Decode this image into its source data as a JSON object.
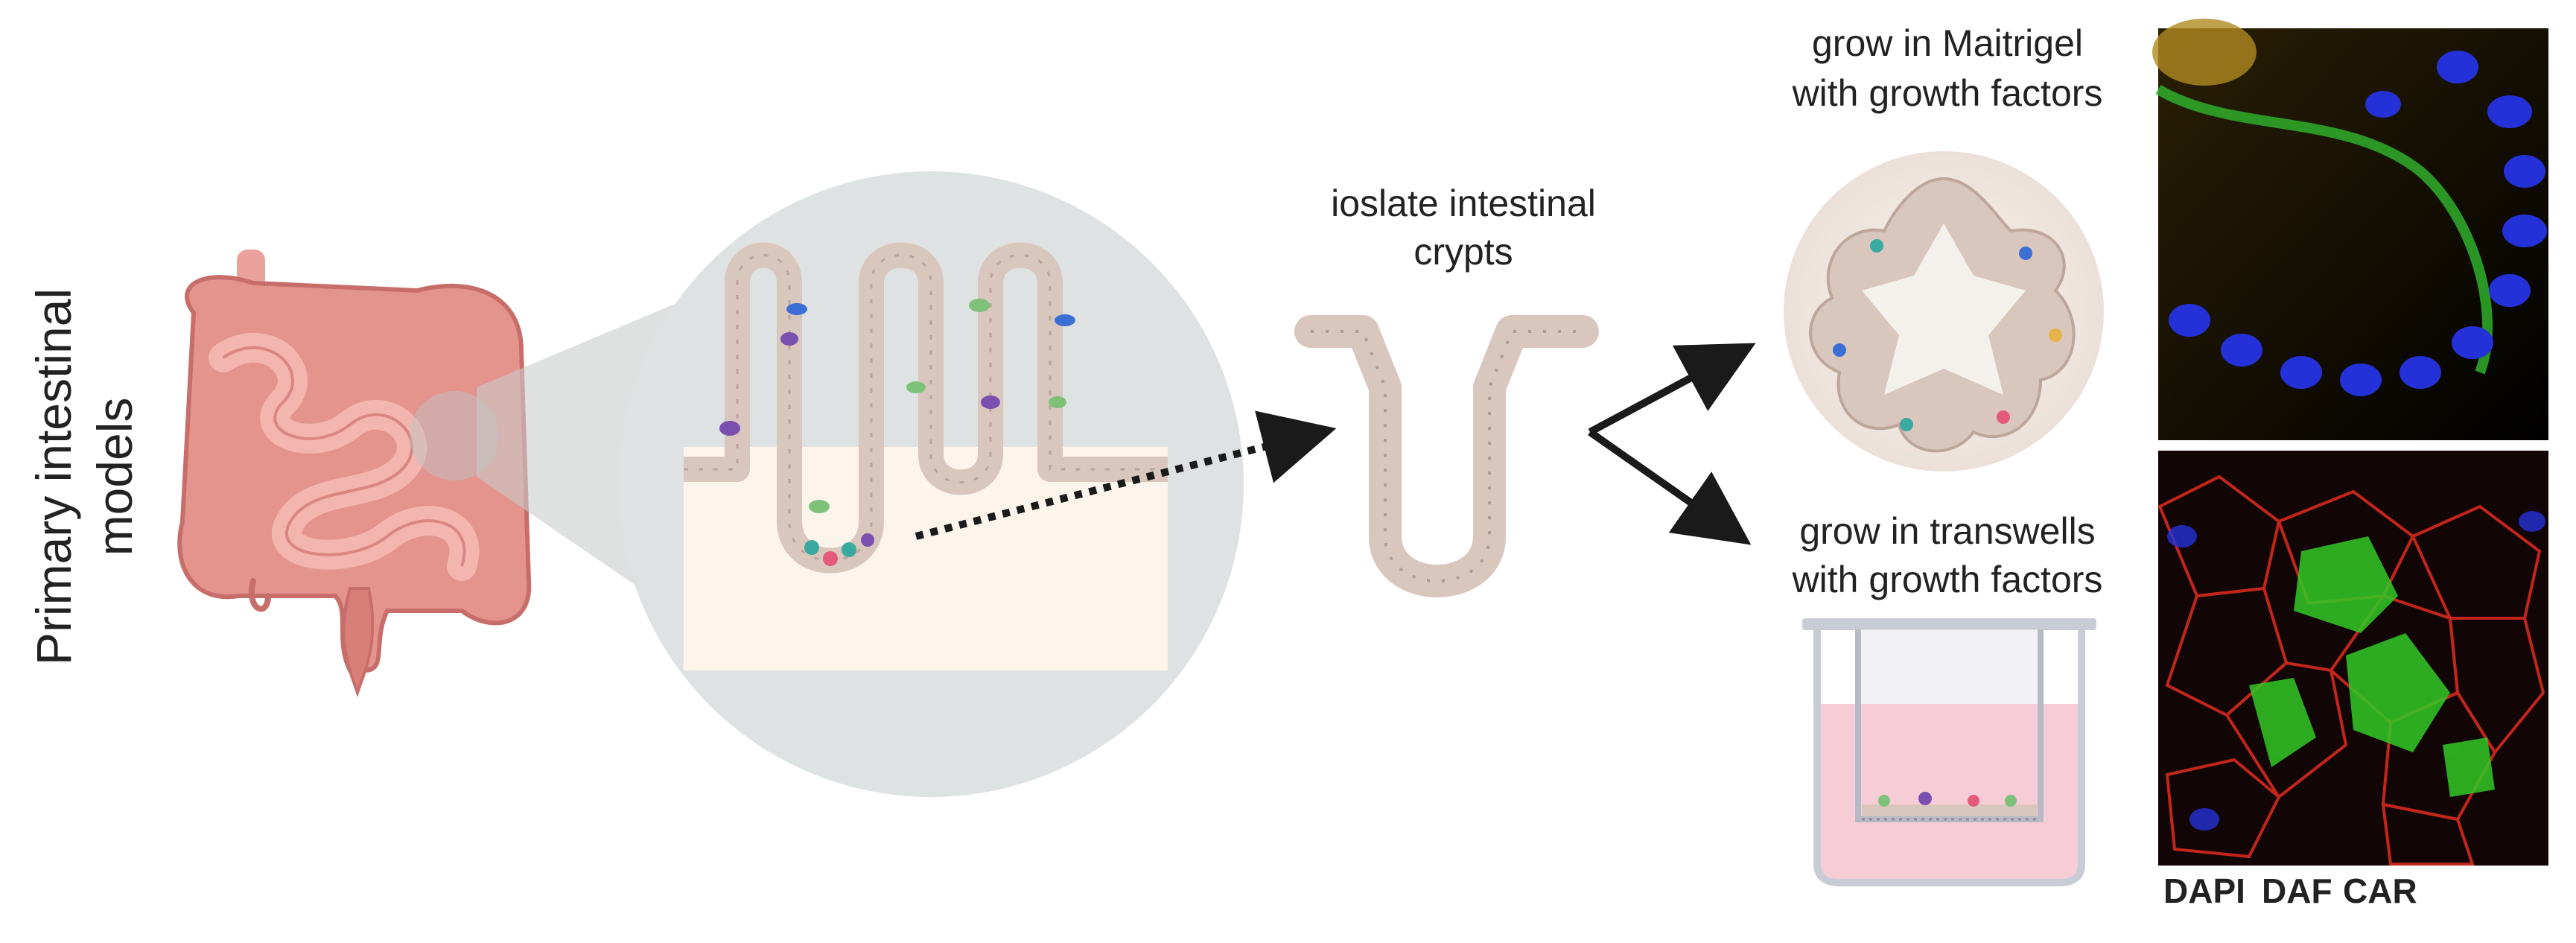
{
  "side_title": [
    "Primary intestinal",
    "models"
  ],
  "isolate_label": [
    "ioslate intestinal",
    "crypts"
  ],
  "matrigel_label": [
    "grow in Maitrigel",
    "with growth factors"
  ],
  "transwell_label": [
    "grow in transwells",
    "with growth factors"
  ],
  "legend": [
    {
      "text": "DAPI",
      "color": "#1f2fd6"
    },
    {
      "text": "DAF",
      "color": "#3ecb2f"
    },
    {
      "text": "CAR",
      "color": "#e2231a"
    }
  ],
  "colors": {
    "intestine": "#e4938d",
    "intestine_dark": "#c86e6a",
    "epithelium": "#d9c6bd",
    "magnifier": "#dfe2e2",
    "tissue_bg": "#fdf4ec",
    "medium": "#f6cdd6",
    "arrow": "#1a1a1a"
  }
}
